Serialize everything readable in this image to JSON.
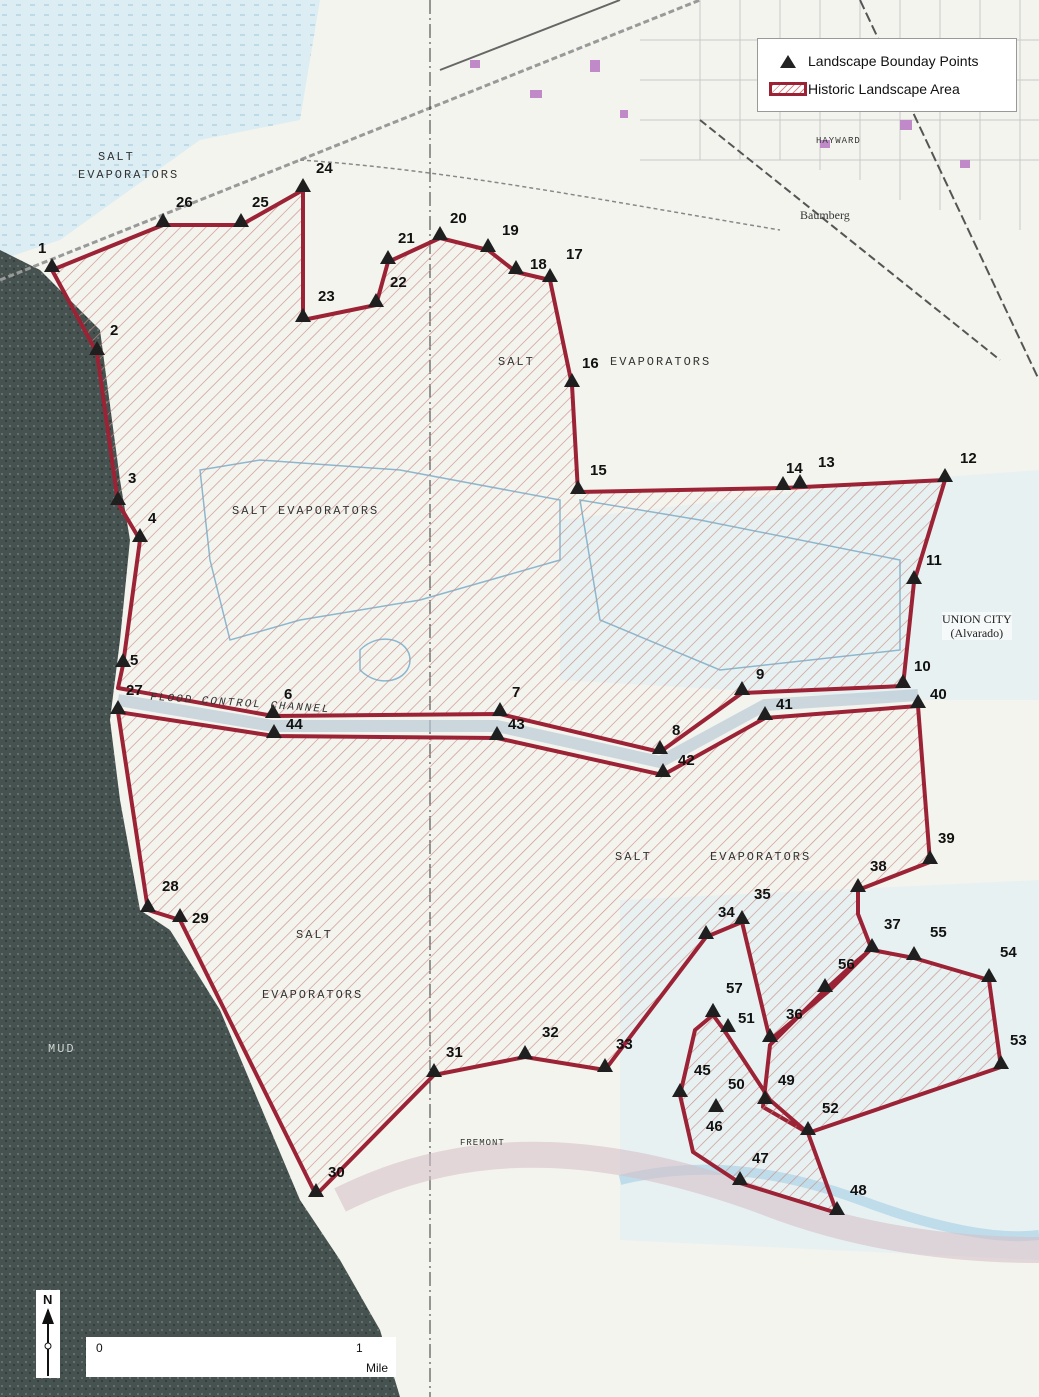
{
  "legend": {
    "boundary_points": "Landscape Bounday Points",
    "historic_area": "Historic Landscape Area"
  },
  "colors": {
    "boundary": "#9b2335",
    "hatch": "#c98b83",
    "water": "#d9edf4",
    "mud": "#3f4b4a",
    "paper": "#f4f4ef"
  },
  "map_labels": {
    "salt_evaporators": "SALT EVAPORATORS",
    "salt_evaporators_upper": "SALT EVAPORATORS",
    "salt_top_left_1": "SALT",
    "salt_top_left_2": "EVAPORATORS",
    "salt_mid": "SALT",
    "evaporators_mid": "EVAPORATORS",
    "salt_right": "SALT",
    "evaporators_right": "EVAPORATORS",
    "salt_lower": "SALT",
    "evaporators_lower": "EVAPORATORS",
    "mud": "MUD",
    "flood_channel": "FLOOD CONTROL CHANNEL",
    "union_city": "UNION CITY",
    "alvarado": "(Alvarado)",
    "baumberg": "Baumberg",
    "hayward": "HAYWARD",
    "fremont": "FREMONT"
  },
  "north_label": "N",
  "scale": {
    "start": "0",
    "end": "1",
    "unit": "Mile"
  },
  "points": [
    "1",
    "2",
    "3",
    "4",
    "5",
    "6",
    "7",
    "8",
    "9",
    "10",
    "11",
    "12",
    "13",
    "14",
    "15",
    "16",
    "17",
    "18",
    "19",
    "20",
    "21",
    "22",
    "23",
    "24",
    "25",
    "26",
    "27",
    "28",
    "29",
    "30",
    "31",
    "32",
    "33",
    "34",
    "35",
    "36",
    "37",
    "38",
    "39",
    "40",
    "41",
    "42",
    "43",
    "44",
    "45",
    "46",
    "47",
    "48",
    "49",
    "50",
    "51",
    "52",
    "53",
    "54",
    "55",
    "56",
    "57"
  ]
}
